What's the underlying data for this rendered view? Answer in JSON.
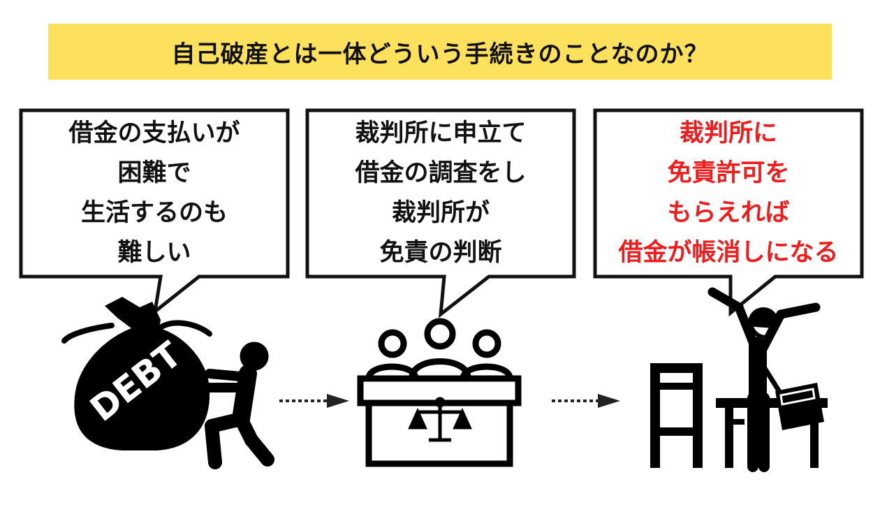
{
  "title": "自己破産とは一体どういう手続きのことなのか？",
  "bubbles": [
    {
      "lines": [
        "借金の支払いが",
        "困難で",
        "生活するのも",
        "難しい"
      ],
      "color": "#111111"
    },
    {
      "lines": [
        "裁判所に申立て",
        "借金の調査をし",
        "裁判所が",
        "免責の判断"
      ],
      "color": "#111111"
    },
    {
      "lines": [
        "裁判所に",
        "免責許可を",
        "もらえれば",
        "借金が帳消しになる"
      ],
      "color": "#ee1c1c"
    }
  ],
  "debt_bag_label": "DEBT",
  "icons": [
    "debt-bag-icon",
    "struggling-person-icon",
    "arrow-right-icon",
    "court-judges-icon",
    "scales-of-justice-icon",
    "chair-icon",
    "desk-icon",
    "cheering-person-icon",
    "briefcase-icon"
  ]
}
